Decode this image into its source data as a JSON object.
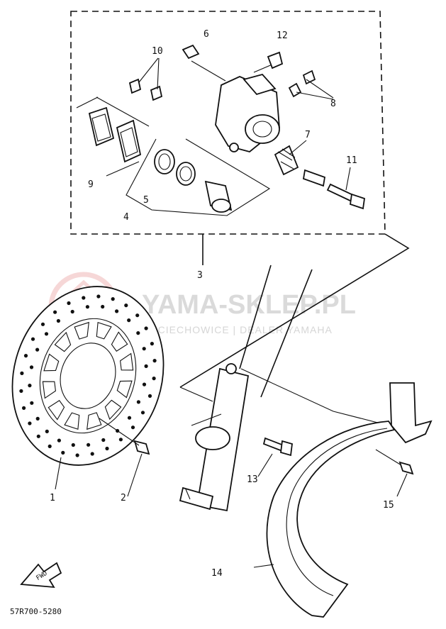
{
  "watermark": {
    "title": "YAMA-SKLEP.PL",
    "subtitle": "MCIECHOWICE | DEALER YAMAHA",
    "color": "#d9d9d9",
    "logo_color": "#f3c9c9"
  },
  "callouts": [
    {
      "id": "1",
      "label": "1"
    },
    {
      "id": "2",
      "label": "2"
    },
    {
      "id": "3",
      "label": "3"
    },
    {
      "id": "4",
      "label": "4"
    },
    {
      "id": "5",
      "label": "5"
    },
    {
      "id": "6",
      "label": "6"
    },
    {
      "id": "7",
      "label": "7"
    },
    {
      "id": "8",
      "label": "8"
    },
    {
      "id": "9",
      "label": "9"
    },
    {
      "id": "10",
      "label": "10"
    },
    {
      "id": "11",
      "label": "11"
    },
    {
      "id": "12",
      "label": "12"
    },
    {
      "id": "13",
      "label": "13"
    },
    {
      "id": "14",
      "label": "14"
    },
    {
      "id": "15",
      "label": "15"
    }
  ],
  "fwd_label": "FWD",
  "drawing_code": "57R700-5280"
}
